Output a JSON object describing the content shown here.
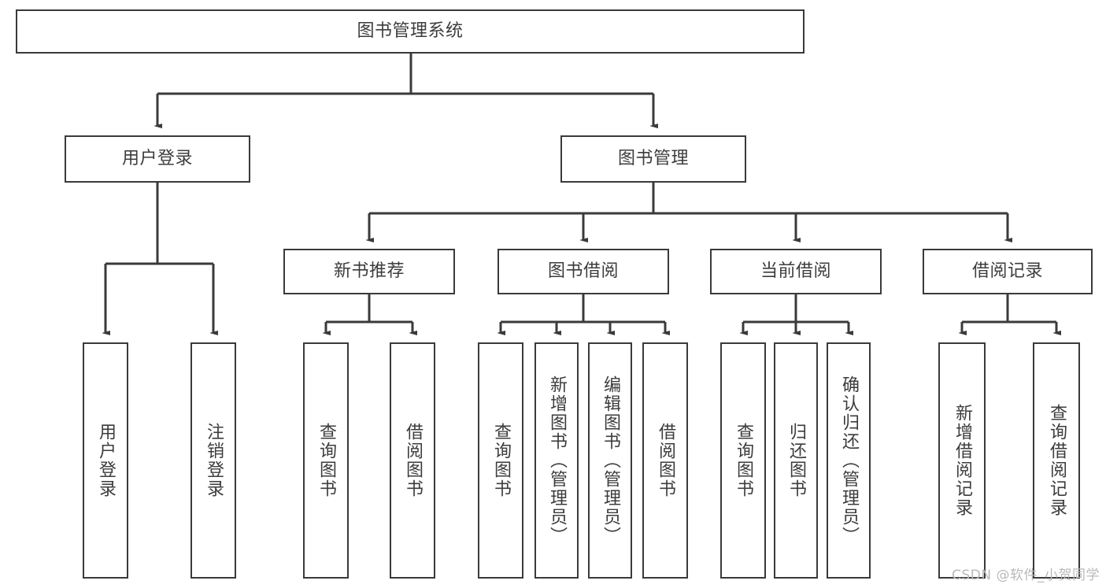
{
  "diagram": {
    "root": {
      "label": "图书管理系统"
    },
    "level1": [
      {
        "label": "用户登录"
      },
      {
        "label": "图书管理"
      }
    ],
    "level2": [
      {
        "label": "新书推荐"
      },
      {
        "label": "图书借阅"
      },
      {
        "label": "当前借阅"
      },
      {
        "label": "借阅记录"
      }
    ],
    "leaves": {
      "user_login": [
        {
          "label": "用户登录"
        },
        {
          "label": "注销登录"
        }
      ],
      "new_book": [
        {
          "label": "查询图书"
        },
        {
          "label": "借阅图书"
        }
      ],
      "borrow_book": [
        {
          "label": "查询图书"
        },
        {
          "label": "新增图书（管理员）"
        },
        {
          "label": "编辑图书（管理员）"
        },
        {
          "label": "借阅图书"
        }
      ],
      "current_borrow": [
        {
          "label": "查询图书"
        },
        {
          "label": "归还图书"
        },
        {
          "label": "确认归还（管理员）"
        }
      ],
      "borrow_record": [
        {
          "label": "新增借阅记录"
        },
        {
          "label": "查询借阅记录"
        }
      ]
    }
  },
  "watermark": {
    "text": "CSDN @软件_小贺同学"
  },
  "colors": {
    "stroke": "#3a3a3a",
    "text": "#3c3c3c",
    "background": "#ffffff",
    "watermark": "#b9b9b9"
  }
}
